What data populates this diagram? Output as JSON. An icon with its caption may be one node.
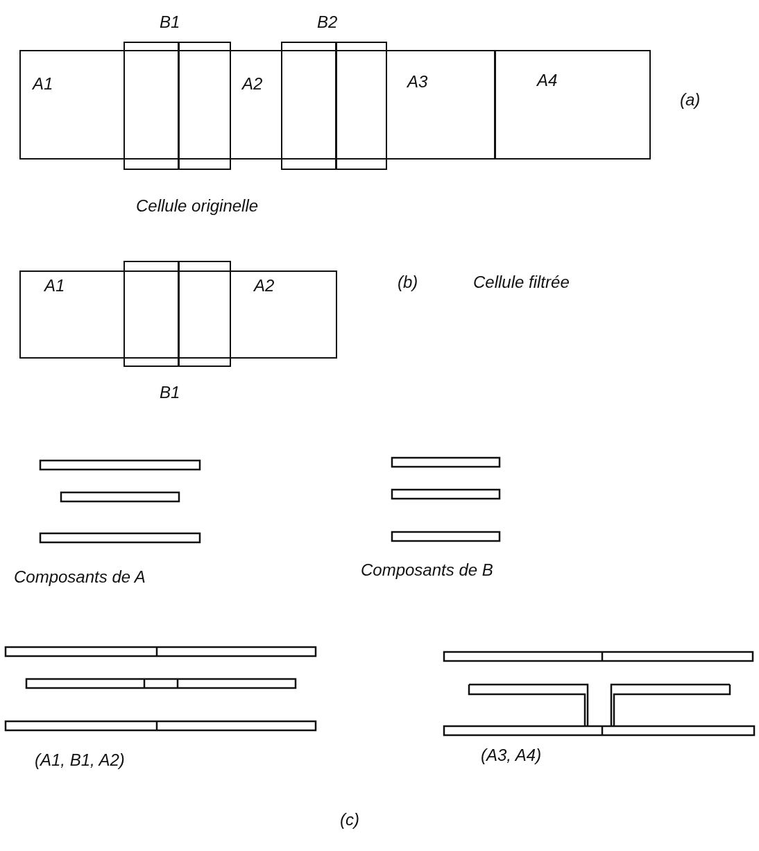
{
  "diagram": {
    "nodes": [
      {
        "text": [
          "A1",
          "A2",
          "A3",
          "A4"
        ]
      },
      {
        "text": [
          "B1"
        ]
      },
      {
        "text": [
          "B2"
        ]
      },
      {
        "text": [
          "A1",
          "A2"
        ]
      },
      {
        "text": [
          "B1"
        ]
      }
    ],
    "labels": [
      "(a)",
      "Cellule originelle",
      "(b)",
      "Cellule filtrée",
      "Composants de A",
      "Composants de B",
      "(A1, B1, A2)",
      "(A3, A4)",
      "(c)"
    ]
  }
}
